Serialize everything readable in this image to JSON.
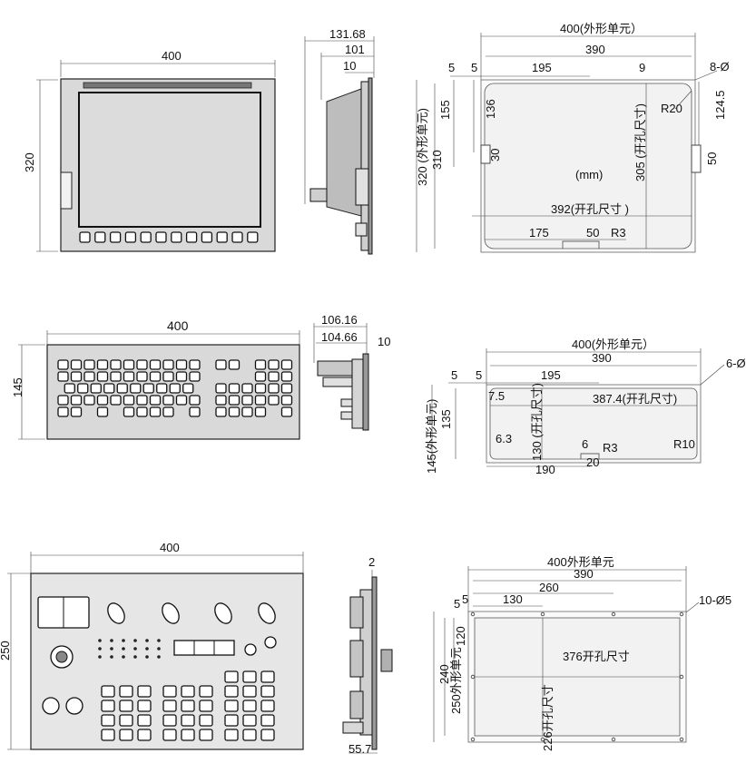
{
  "lcd_front": {
    "width": "400",
    "height": "320"
  },
  "lcd_side": {
    "depth_total": "131.68",
    "depth_body": "101",
    "flange": "10"
  },
  "lcd_cutout": {
    "outer_width": "400(外形单元）",
    "inner_width": "390",
    "edge_a": "5",
    "edge_b": "5",
    "hole_pos": "195",
    "edge_c": "9",
    "holes": "8-Ø",
    "radius": "R20",
    "dim_124": "124.5",
    "dim_155": "155",
    "dim_136": "136",
    "dim_30": "30",
    "dim_50v": "50",
    "outer_height": "320 (外形单元)",
    "dim_310": "310",
    "unit": "(mm)",
    "cut_height": "305 (开孔尺寸)",
    "cut_width": "392(开孔尺寸 )",
    "dim_175": "175",
    "dim_50h": "50",
    "r3": "R3"
  },
  "keyboard_front": {
    "width": "400",
    "height": "145"
  },
  "keyboard_side": {
    "depth_total": "106.16",
    "depth_body": "104.66",
    "flange": "10"
  },
  "keyboard_cutout": {
    "outer_width": "400(外形单元）",
    "inner_width": "390",
    "edge_a": "5",
    "edge_b": "5",
    "hole_pos": "195",
    "holes": "6-Ø",
    "dim_75": "7.5",
    "cut_width": "387.4(开孔尺寸)",
    "outer_height": "145(外形单元)",
    "dim_135": "135",
    "cut_height": "130 (开孔尺寸)",
    "dim_63": "6.3",
    "dim_6": "6",
    "r3": "R3",
    "r10": "R10",
    "dim_190": "190",
    "dim_20": "20"
  },
  "operator_front": {
    "width": "400",
    "height": "250"
  },
  "operator_side": {
    "flange": "2",
    "depth": "55.7"
  },
  "operator_cutout": {
    "outer_width": "400外形单元",
    "inner_width": "390",
    "dim_260": "260",
    "dim_130": "130",
    "edge_a": "5",
    "edge_b": "5",
    "holes": "10-Ø5",
    "dim_120": "120",
    "dim_240": "240",
    "outer_height": "250外形单元",
    "cut_width": "376开孔尺寸",
    "cut_height": "226开孔尺寸"
  }
}
